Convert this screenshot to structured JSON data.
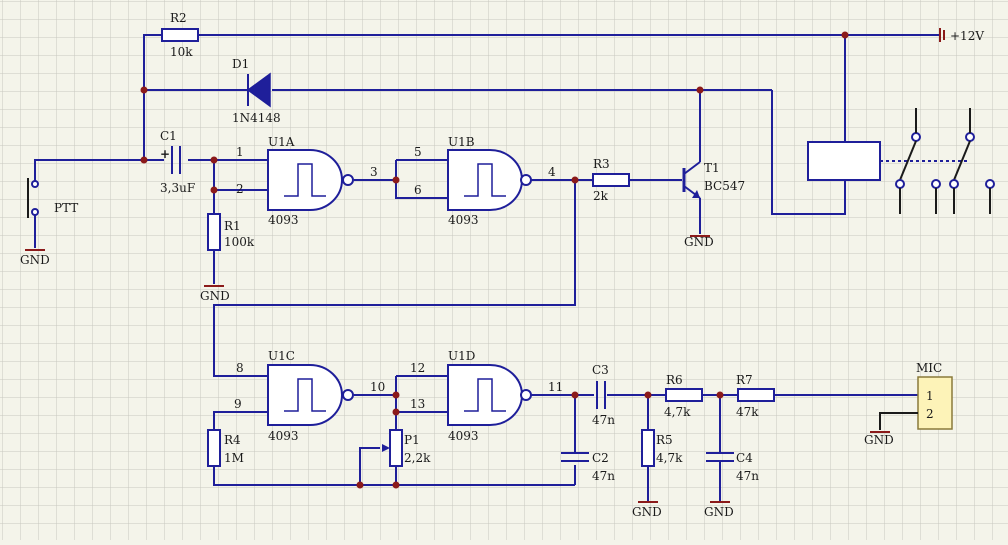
{
  "components": {
    "R2": {
      "ref": "R2",
      "value": "10k"
    },
    "D1": {
      "ref": "D1",
      "value": "1N4148"
    },
    "C1": {
      "ref": "C1",
      "value": "3,3uF"
    },
    "R1": {
      "ref": "R1",
      "value": "100k"
    },
    "U1A": {
      "ref": "U1A",
      "part": "4093",
      "pins": [
        "1",
        "2",
        "3"
      ]
    },
    "U1B": {
      "ref": "U1B",
      "part": "4093",
      "pins": [
        "5",
        "6",
        "4"
      ]
    },
    "R3": {
      "ref": "R3",
      "value": "2k"
    },
    "T1": {
      "ref": "T1",
      "value": "BC547"
    },
    "U1C": {
      "ref": "U1C",
      "part": "4093",
      "pins": [
        "8",
        "9",
        "10"
      ]
    },
    "U1D": {
      "ref": "U1D",
      "part": "4093",
      "pins": [
        "12",
        "13",
        "11"
      ]
    },
    "R4": {
      "ref": "R4",
      "value": "1M"
    },
    "P1": {
      "ref": "P1",
      "value": "2,2k"
    },
    "C2": {
      "ref": "C2",
      "value": "47n"
    },
    "C3": {
      "ref": "C3",
      "value": "47n"
    },
    "R5": {
      "ref": "R5",
      "value": "4,7k"
    },
    "R6": {
      "ref": "R6",
      "value": "4,7k"
    },
    "R7": {
      "ref": "R7",
      "value": "47k"
    },
    "C4": {
      "ref": "C4",
      "value": "47n"
    },
    "PTT": {
      "ref": "PTT"
    },
    "MIC": {
      "ref": "MIC",
      "pins": [
        "1",
        "2"
      ]
    }
  },
  "labels": {
    "gnd": "GND",
    "supply": "+12V"
  },
  "colors": {
    "background": "#f4f4ea",
    "grid": "#c8c8c0",
    "wire": "#1f1f9a",
    "ground": "#8b1a1a",
    "connector": "#fdf3b8"
  }
}
